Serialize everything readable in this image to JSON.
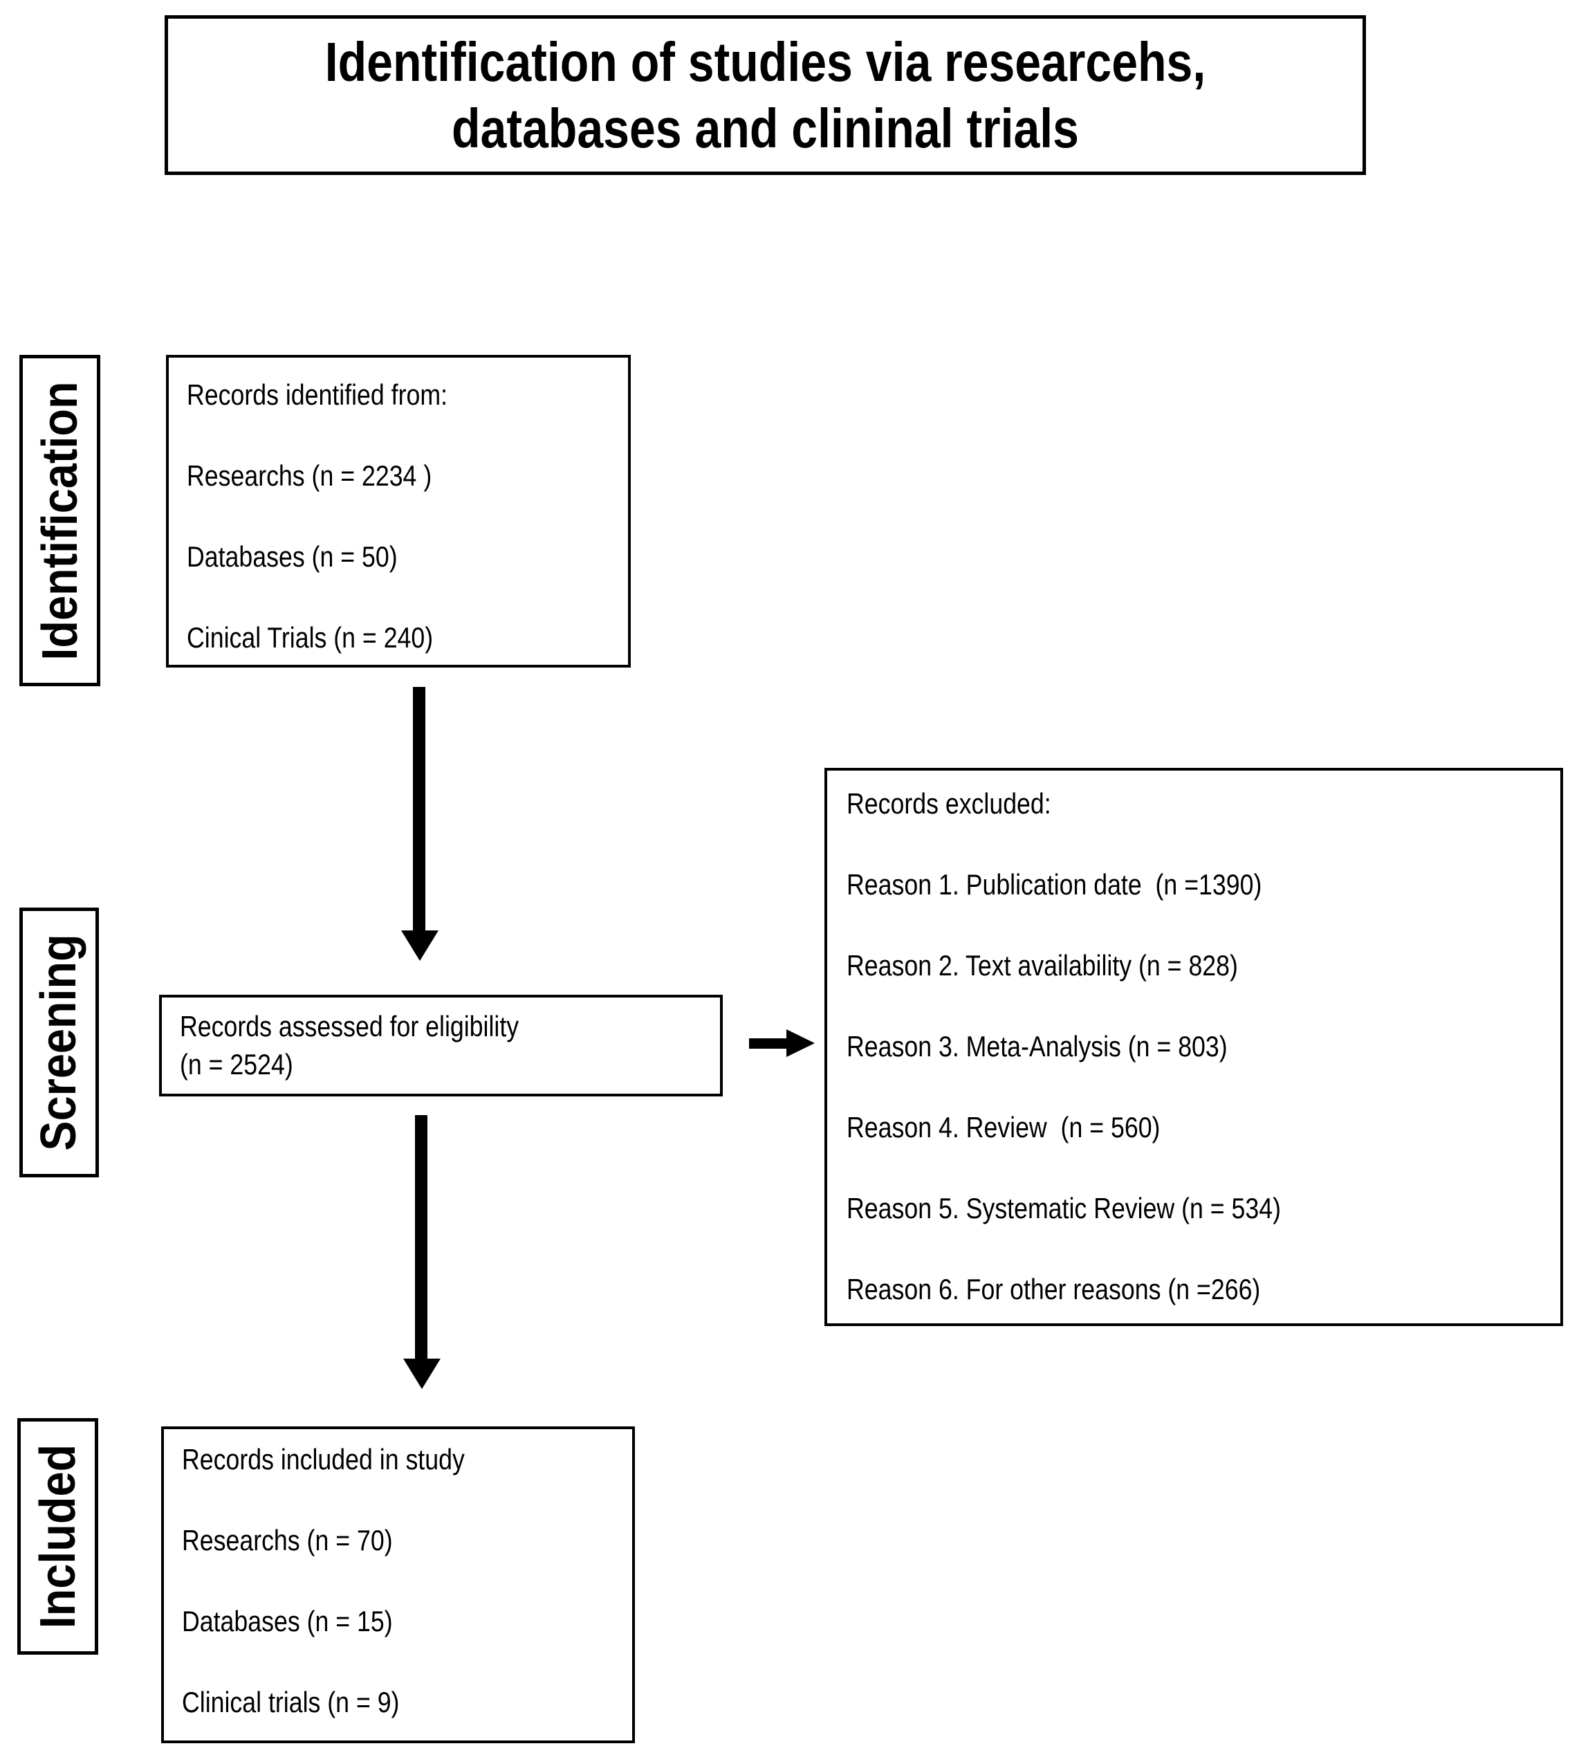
{
  "title": {
    "line1": "Identification of studies via researcehs,",
    "line2": "databases and clininal trials"
  },
  "stages": [
    {
      "id": "identification",
      "label": "Identification"
    },
    {
      "id": "screening",
      "label": "Screening"
    },
    {
      "id": "included",
      "label": "Included"
    }
  ],
  "boxes": {
    "identified": {
      "lines": [
        "Records identified from:",
        "Researchs (n = 2234 )",
        "Databases (n = 50)",
        "Cinical Trials (n = 240)"
      ]
    },
    "assessed": {
      "lines": [
        "Records assessed for eligibility",
        "(n = 2524)"
      ]
    },
    "excluded": {
      "lines": [
        "Records excluded:",
        "Reason 1. Publication date  (n =1390)",
        "Reason 2. Text availability (n = 828)",
        "Reason 3. Meta-Analysis (n = 803)",
        "Reason 4. Review  (n = 560)",
        "Reason 5. Systematic Review (n = 534)",
        "Reason 6. For other reasons (n =266)"
      ]
    },
    "included": {
      "lines": [
        "Records included in study",
        "Researchs (n = 70)",
        "Databases (n = 15)",
        "Clinical trials (n = 9)"
      ]
    }
  },
  "colors": {
    "border": "#000000",
    "text": "#000000",
    "background": "#ffffff"
  }
}
